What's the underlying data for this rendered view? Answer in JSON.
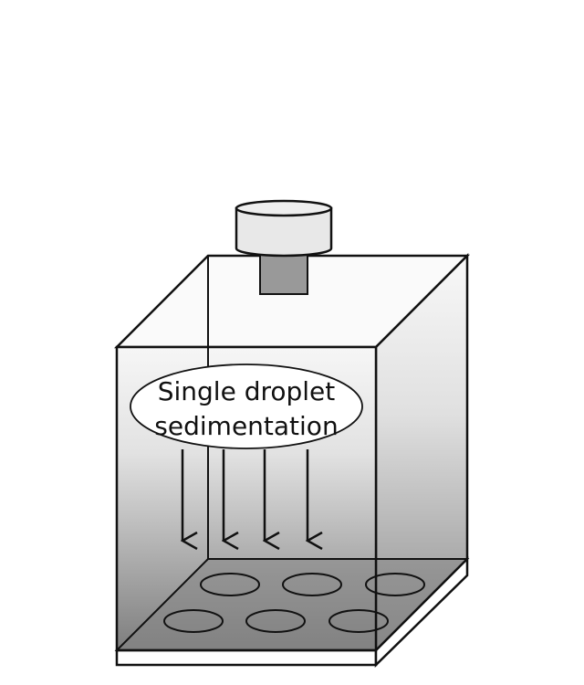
{
  "diagram": {
    "label_line1": "Single droplet",
    "label_line2": "sedimentation",
    "arrow_count": 4,
    "well_count": 6,
    "colors": {
      "stroke": "#111111",
      "face_top": "#f4f4f4",
      "face_bottom": "#7a7a7a",
      "plate": "#858585",
      "camera_body": "#e8e8e8",
      "camera_lens": "#999999"
    }
  }
}
